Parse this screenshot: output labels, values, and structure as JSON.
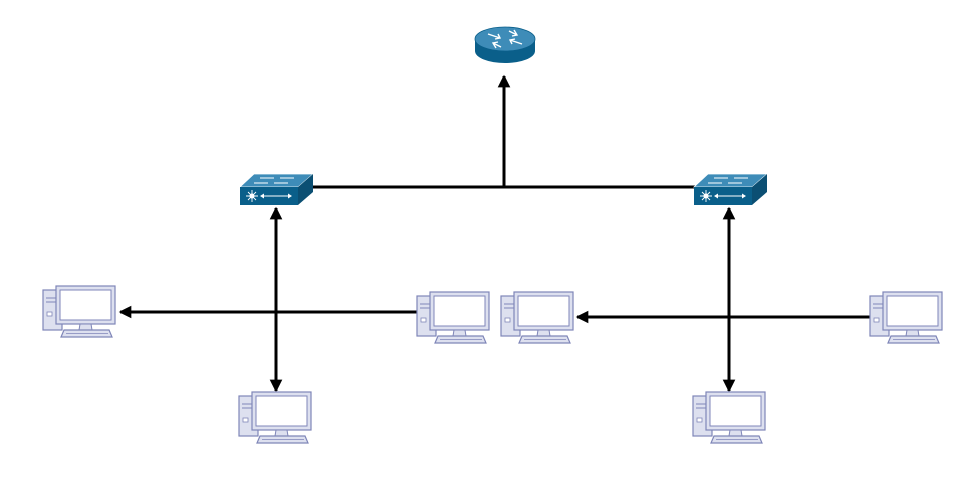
{
  "colors": {
    "background": "#ffffff",
    "link": "#000000",
    "device_blue": "#0a5f8a",
    "device_blue_top": "#3e8cb8",
    "pc_fill": "#dde0ef",
    "pc_stroke": "#7f86b8",
    "pc_screen": "#ffffff"
  },
  "nodes": [
    {
      "id": "router",
      "type": "router",
      "icon": "router-icon"
    },
    {
      "id": "switch-left",
      "type": "switch",
      "icon": "switch-icon"
    },
    {
      "id": "switch-right",
      "type": "switch",
      "icon": "switch-icon"
    },
    {
      "id": "pc-1",
      "type": "pc",
      "icon": "computer-icon"
    },
    {
      "id": "pc-2",
      "type": "pc",
      "icon": "computer-icon"
    },
    {
      "id": "pc-3",
      "type": "pc",
      "icon": "computer-icon"
    },
    {
      "id": "pc-4",
      "type": "pc",
      "icon": "computer-icon"
    },
    {
      "id": "pc-5",
      "type": "pc",
      "icon": "computer-icon"
    },
    {
      "id": "pc-6",
      "type": "pc",
      "icon": "computer-icon"
    }
  ],
  "links": [
    {
      "id": "switches-trunk",
      "from": "switch-left",
      "to": "switch-right",
      "arrows": "none"
    },
    {
      "id": "uplink-router",
      "from": "switches-trunk",
      "to": "router",
      "arrows": "end"
    },
    {
      "id": "left-vertical",
      "from": "switch-left",
      "to": "pc-5",
      "arrows": "both"
    },
    {
      "id": "left-horizontal",
      "from": "pc-1",
      "to": "pc-2",
      "arrows": "both"
    },
    {
      "id": "right-vertical",
      "from": "switch-right",
      "to": "pc-6",
      "arrows": "both"
    },
    {
      "id": "right-horizontal",
      "from": "pc-3",
      "to": "pc-4",
      "arrows": "both"
    }
  ]
}
